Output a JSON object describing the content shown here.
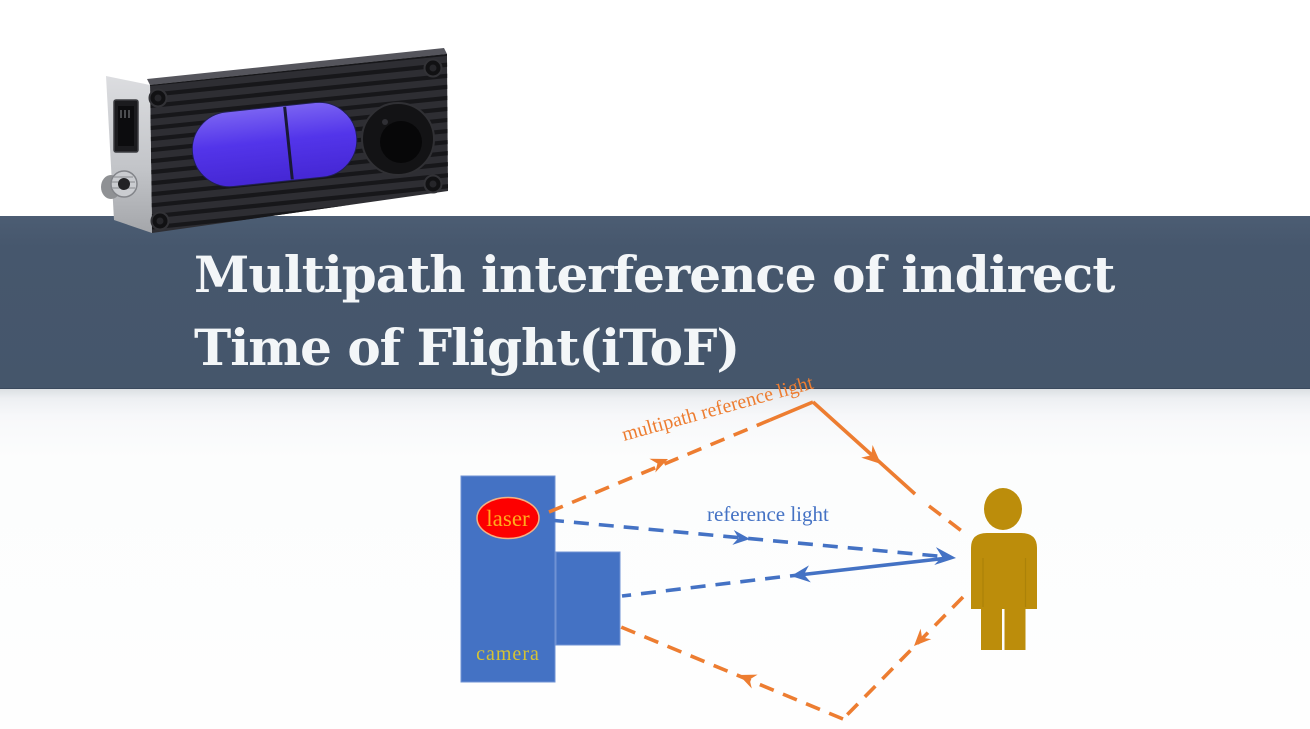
{
  "slide": {
    "title_line1": "Multipath interference of indirect",
    "title_line2": "Time of Flight(iToF)"
  },
  "device_photo": {
    "icon": "tof-lidar-camera-photo"
  },
  "diagram": {
    "labels": {
      "laser": "laser",
      "camera": "camera",
      "reference_light": "reference light",
      "multipath_reference_light": "multipath reference light"
    },
    "colors": {
      "banner": "#46576D",
      "title_text": "#F3F6F8",
      "camera_body_blue": "#4472C4",
      "laser_ellipse_red": "#FD0000",
      "laser_text": "#FFAB1C",
      "camera_text": "#D6C332",
      "reference_line_blue": "#4472C4",
      "multipath_line_orange": "#ED7D31",
      "person_gold": "#BC8D0B",
      "device_window_blue": "#5335EA"
    }
  }
}
